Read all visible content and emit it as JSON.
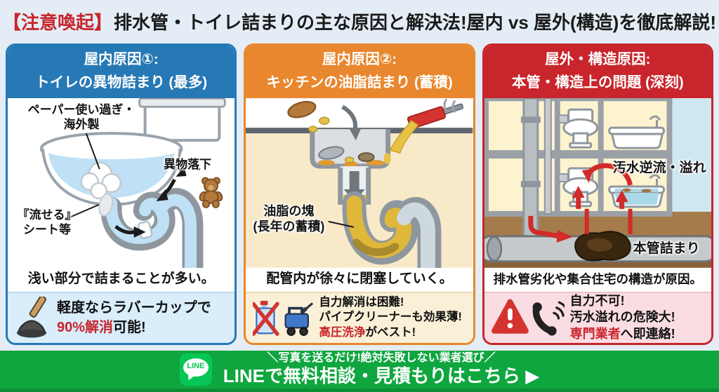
{
  "title": {
    "prefix": "【注意喚起】",
    "main": "排水管・トイレ詰まりの主な原因と解決法!屋内 vs 屋外(構造)を徹底解説!"
  },
  "colors": {
    "page_bg": "#e4edf5",
    "panel_blue": "#2779b5",
    "panel_orange": "#e8872e",
    "panel_red": "#c8252c",
    "accent_red": "#c8252c",
    "bar_green": "#0fa63f",
    "line_brand_green": "#06C755"
  },
  "panels": [
    {
      "header_line1": "屋内原因①:",
      "header_line2": "トイレの異物詰まり (最多)",
      "labels": {
        "paper_line1": "ペーパー使い過ぎ・",
        "paper_line2": "海外製",
        "falling_object": "異物落下",
        "sheet_line1": "『流せる』",
        "sheet_line2": "シート等"
      },
      "caption": "浅い部分で詰まることが多い。",
      "footer": {
        "line1": "軽度ならラバーカップで",
        "line2_red": "90%解消",
        "line2_rest": "可能!"
      }
    },
    {
      "header_line1": "屋内原因②:",
      "header_line2": "キッチンの油脂詰まり (蓄積)",
      "labels": {
        "grease_line1": "油脂の塊",
        "grease_line2": "(長年の蓄積)"
      },
      "caption": "配管内が徐々に閉塞していく。",
      "footer": {
        "line1": "自力解消は困難!",
        "line2": "パイプクリーナーも効果薄!",
        "line3_red": "高圧洗浄",
        "line3_rest": "がベスト!"
      }
    },
    {
      "header_line1": "屋外・構造原因:",
      "header_line2": "本管・構造上の問題 (深刻)",
      "labels": {
        "backflow": "汚水逆流・溢れ",
        "main_clog": "本管詰まり"
      },
      "caption": "排水管劣化や集合住宅の構造が原因。",
      "footer": {
        "line1": "自力不可!",
        "line2": "汚水溢れの危険大!",
        "line3_red": "専門業者",
        "line3_rest": "へ即連絡!"
      }
    }
  ],
  "bottom_bar": {
    "icon_label": "LINE",
    "tagline": "＼写真を送るだけ!絶対失敗しない業者選び／",
    "cta": "LINEで無料相談・見積もりはこちら ▶"
  }
}
